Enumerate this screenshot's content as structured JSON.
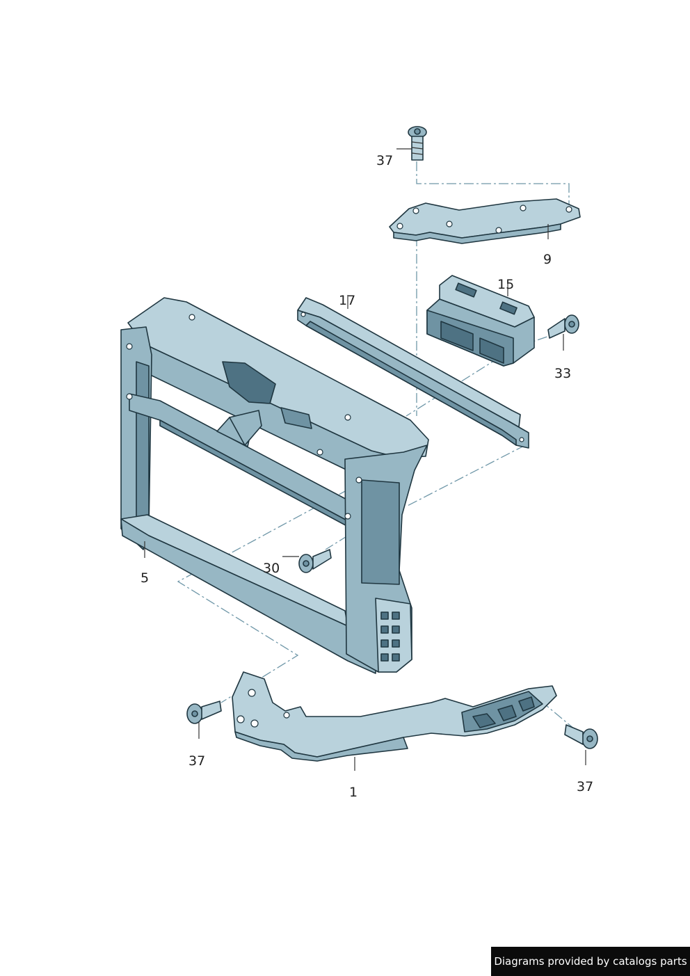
{
  "callouts": {
    "c37_top": "37",
    "c9": "9",
    "c15": "15",
    "c17": "17",
    "c33": "33",
    "c5": "5",
    "c30": "30",
    "c37_left": "37",
    "c1": "1",
    "c37_right": "37"
  },
  "footer": {
    "credit": "Diagrams provided by catalogs parts"
  },
  "colors": {
    "part_fill": "#a9c6d2",
    "part_outline": "#1f3640",
    "dash_line": "#6f97a8",
    "badge_bg": "#0b0b0b"
  }
}
